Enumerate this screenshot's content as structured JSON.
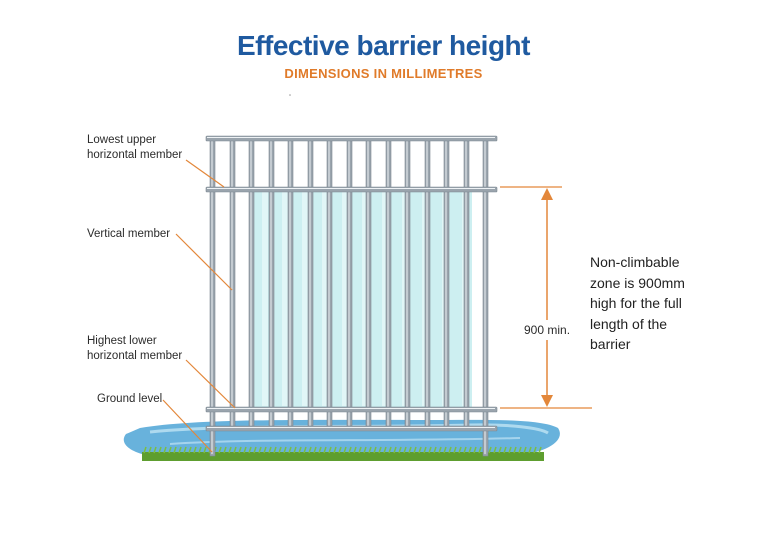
{
  "title": "Effective barrier height",
  "subtitle": "DIMENSIONS IN MILLIMETRES",
  "labels": {
    "lowest_upper": "Lowest upper\nhorizontal member",
    "vertical": "Vertical member",
    "highest_lower": "Highest lower\nhorizontal member",
    "ground": "Ground level"
  },
  "dimension_label": "900 min.",
  "note": "Non-climbable zone is 900mm high for the full length of the barrier",
  "colors": {
    "title": "#1f5aa0",
    "subtitle": "#e07b2a",
    "fence_metal": "#9aa4ad",
    "fence_highlight": "#eef2f5",
    "glass": "#cdeff1",
    "arrow": "#e3873a",
    "water": "#4ea5d6",
    "grass": "#5e9e2f"
  }
}
